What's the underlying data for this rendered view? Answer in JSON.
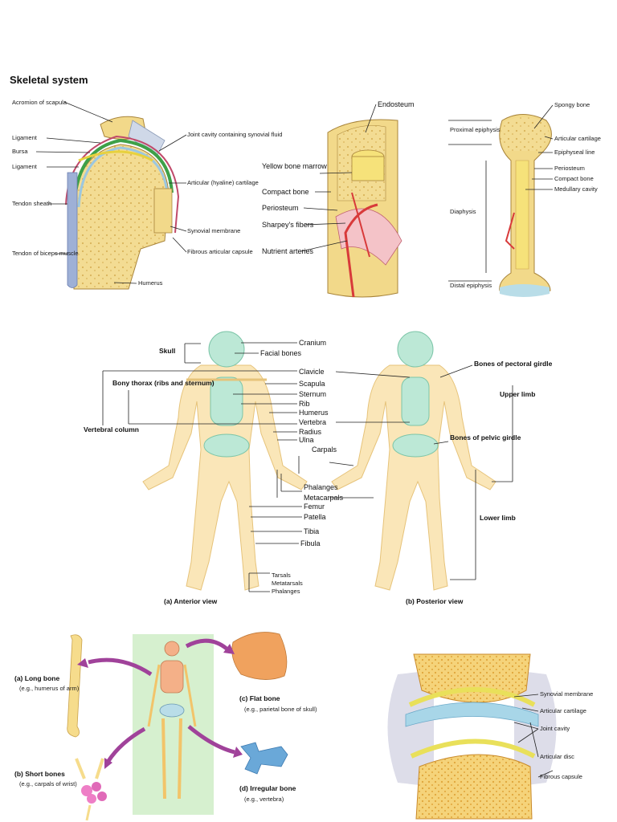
{
  "page": {
    "title": "Skeletal system"
  },
  "shoulder": {
    "labels": [
      "Acromion of scapula",
      "Ligament",
      "Bursa",
      "Ligament",
      "Tendon sheath",
      "Tendon of biceps muscle",
      "Joint cavity containing synovial fluid",
      "Articular (hyaline) cartilage",
      "Synovial membrane",
      "Fibrous articular capsule",
      "Humerus"
    ]
  },
  "bone_section": {
    "labels": [
      "Endosteum",
      "Yellow bone marrow",
      "Compact bone",
      "Periosteum",
      "Sharpey's fibers",
      "Nutrient arteries"
    ]
  },
  "long_bone": {
    "left_labels": [
      "Proximal epiphysis",
      "Diaphysis",
      "Distal epiphysis"
    ],
    "right_labels": [
      "Spongy bone",
      "Articular cartilage",
      "Epiphyseal line",
      "Periosteum",
      "Compact bone",
      "Medullary cavity"
    ]
  },
  "skeleton": {
    "left_groups": [
      "Skull",
      "Bony thorax (ribs and sternum)",
      "Vertebral column"
    ],
    "center_labels": [
      "Cranium",
      "Facial bones",
      "Clavicle",
      "Scapula",
      "Sternum",
      "Rib",
      "Humerus",
      "Vertebra",
      "Radius",
      "Ulna",
      "Carpals",
      "Phalanges",
      "Metacarpals",
      "Femur",
      "Patella",
      "Tibia",
      "Fibula",
      "Tarsals",
      "Metatarsals",
      "Phalanges"
    ],
    "right_groups": [
      "Bones of pectoral girdle",
      "Upper limb",
      "Bones of pelvic girdle",
      "Lower limb"
    ],
    "captions": [
      "(a) Anterior view",
      "(b) Posterior view"
    ]
  },
  "bone_types": {
    "long": {
      "title": "(a) Long bone",
      "example": "(e.g., humerus of arm)"
    },
    "short": {
      "title": "(b) Short bones",
      "example": "(e.g., carpals of wrist)"
    },
    "flat": {
      "title": "(c) Flat bone",
      "example": "(e.g., parietal bone of skull)"
    },
    "irregular": {
      "title": "(d) Irregular bone",
      "example": "(e.g., vertebra)"
    }
  },
  "synovial_joint": {
    "labels": [
      "Synovial membrane",
      "Articular cartilage",
      "Joint cavity",
      "Articular disc",
      "Fibrous capsule"
    ]
  },
  "colors": {
    "bone": "#f2d98a",
    "cartilage": "#b9dde8",
    "ligament": "#cfd8e8",
    "artery": "#d83a3a",
    "skeleton_green": "#9fe0c8",
    "arrow": "#a0429a",
    "panel_green": "#d6f0cf"
  }
}
